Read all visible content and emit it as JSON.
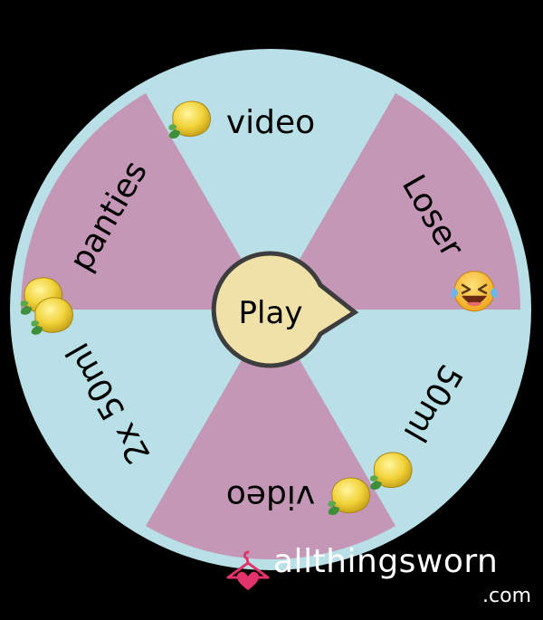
{
  "wheel": {
    "colors": {
      "pink": "#c597b6",
      "blue": "#b8e0e6",
      "rim": "#b8e0e6",
      "hub": "#f0e1a8",
      "hub_border": "#3d3d3d"
    },
    "segments": [
      {
        "label": "video",
        "icon": "lemon-icon",
        "color": "blue"
      },
      {
        "label": "Loser",
        "icon": "laughing-emoji-icon",
        "color": "pink"
      },
      {
        "label": "50ml",
        "icon": "lemon-icon",
        "color": "blue"
      },
      {
        "label": "video",
        "icon": "lemon-icon",
        "color": "pink"
      },
      {
        "label": "2x 50ml",
        "icon": "lemon-icon",
        "color": "blue"
      },
      {
        "label": "panties",
        "icon": "lemon-icon",
        "color": "pink"
      }
    ],
    "play_label": "Play"
  },
  "watermark": {
    "brand": "allthingsworn",
    "suffix": ".com",
    "logo_icon": "hanger-heart-icon",
    "brand_color": "#e2336b"
  }
}
